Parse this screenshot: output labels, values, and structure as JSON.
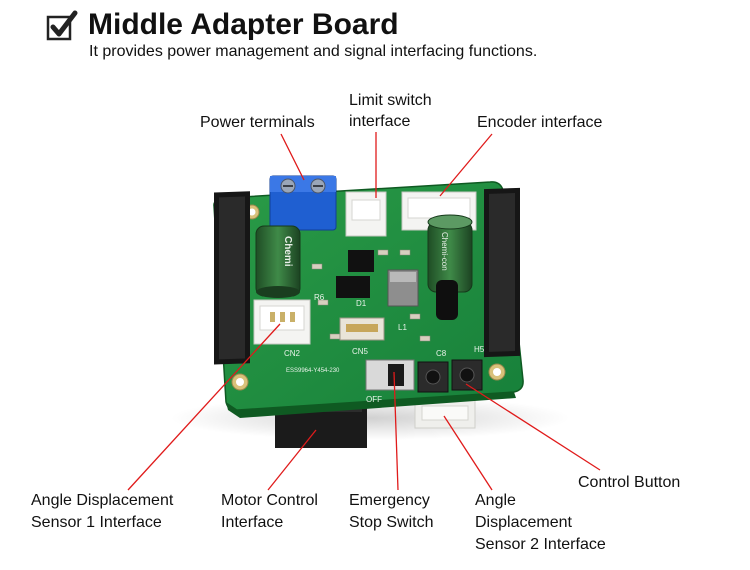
{
  "header": {
    "title": "Middle Adapter Board",
    "subtitle": "It provides power management and signal interfacing functions.",
    "icon": "checkbox-checked-icon"
  },
  "labels": {
    "power_terminals": "Power terminals",
    "limit_switch_line1": "Limit switch",
    "limit_switch_line2": "interface",
    "encoder_interface": "Encoder interface",
    "control_button": "Control Button",
    "angle_sensor1_line1": "Angle Displacement",
    "angle_sensor1_line2": "Sensor 1 Interface",
    "motor_control_line1": "Motor Control",
    "motor_control_line2": "Interface",
    "emergency_stop_line1": "Emergency",
    "emergency_stop_line2": "Stop Switch",
    "angle_sensor2_line1": "Angle",
    "angle_sensor2_line2": "Displacement",
    "angle_sensor2_line3": "Sensor 2 Interface"
  },
  "silkscreen": {
    "capacitor_brand": "Chemi",
    "capacitor_brand_2": "Chemi-con",
    "cn2": "CN2",
    "cn5": "CN5",
    "d1": "D1",
    "l1": "L1",
    "r6": "R6",
    "h5": "H5",
    "c8": "C8",
    "off": "OFF",
    "board_id": "ESS9964-Y454-230"
  },
  "colors": {
    "pcb": "#1e8a3a",
    "pcb_dark": "#116627",
    "annotation_line": "#e01b1b",
    "terminal_blue": "#1f5fd1",
    "capacitor": "#2f6a35",
    "header_black": "#1a1a1a",
    "connector_white": "#f4f4f2"
  }
}
